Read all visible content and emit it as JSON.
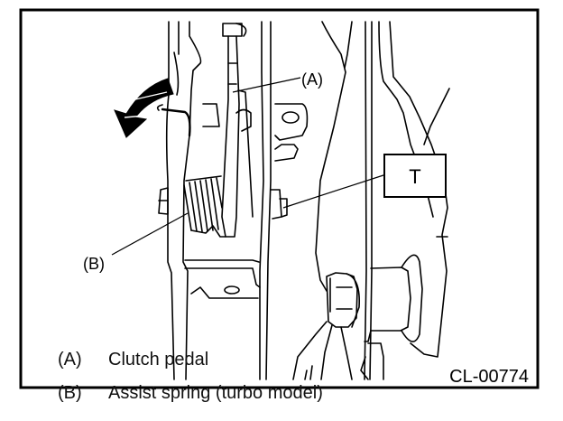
{
  "figure": {
    "id_code": "CL-00774",
    "callouts": {
      "a": "(A)",
      "b": "(B)",
      "t": "T"
    },
    "direction_arrow": "curved-arrow-counterclockwise-left"
  },
  "legend": [
    {
      "key": "(A)",
      "label": "Clutch pedal"
    },
    {
      "key": "(B)",
      "label": "Assist spring (turbo model)"
    }
  ],
  "colors": {
    "line": "#000000",
    "background": "#ffffff"
  }
}
